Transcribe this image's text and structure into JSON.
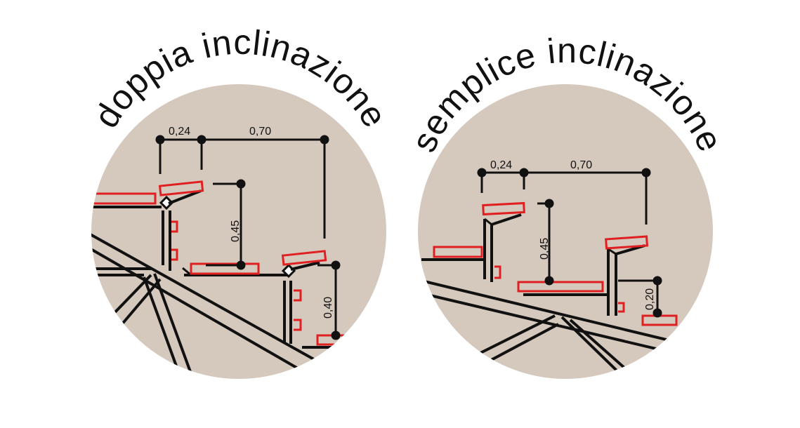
{
  "colors": {
    "disc": "#d5c8bd",
    "line": "#111111",
    "accent": "#e02020",
    "background": "#ffffff"
  },
  "left": {
    "title": "doppia inclinazione",
    "dim_a": "0,24",
    "dim_b": "0,70",
    "dim_c": "0,45",
    "dim_d": "0,40"
  },
  "right": {
    "title": "semplice inclinazione",
    "dim_a": "0,24",
    "dim_b": "0,70",
    "dim_c": "0,45",
    "dim_d": "0,20"
  }
}
